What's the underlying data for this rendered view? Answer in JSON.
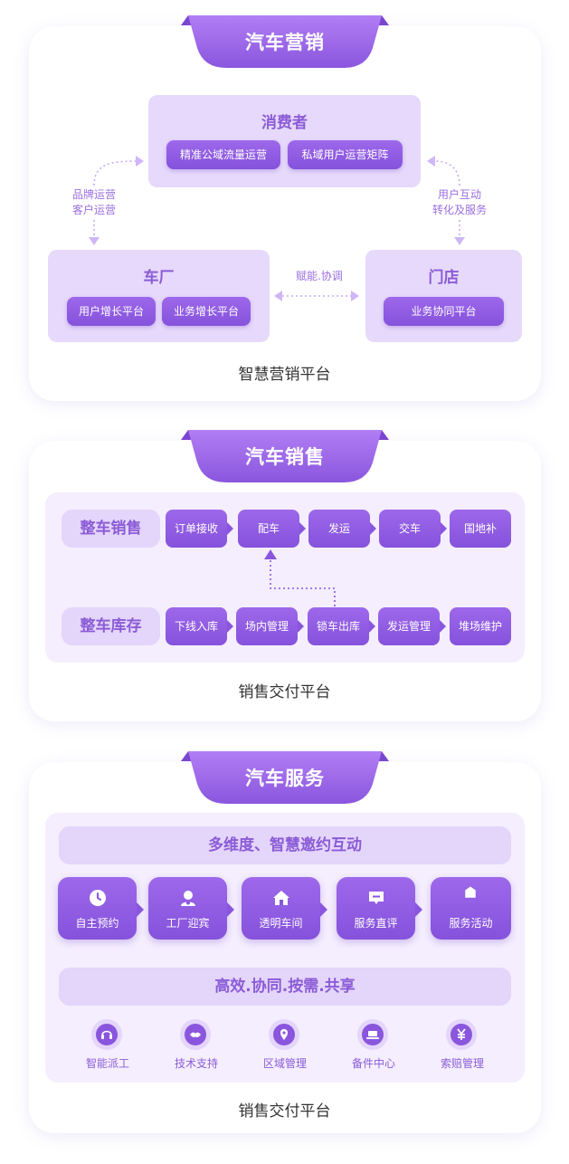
{
  "marketing": {
    "title": "汽车营销",
    "consumer": {
      "title": "消费者",
      "pills": [
        "精准公域流量运营",
        "私域用户运营矩阵"
      ]
    },
    "factory": {
      "title": "车厂",
      "pills": [
        "用户增长平台",
        "业务增长平台"
      ]
    },
    "store": {
      "title": "门店",
      "pills": [
        "业务协同平台"
      ]
    },
    "left_caption": [
      "品牌运营",
      "客户运营"
    ],
    "right_caption": [
      "用户互动",
      "转化及服务"
    ],
    "middle_caption": "赋能.协调",
    "platform": "智慧营销平台"
  },
  "sales": {
    "title": "汽车销售",
    "row1": {
      "label": "整车销售",
      "steps": [
        "订单接收",
        "配车",
        "发运",
        "交车",
        "国地补"
      ]
    },
    "row2": {
      "label": "整车库存",
      "steps": [
        "下线入库",
        "场内管理",
        "锁车出库",
        "发运管理",
        "堆场维护"
      ]
    },
    "platform": "销售交付平台"
  },
  "service": {
    "title": "汽车服务",
    "banner1": "多维度、智慧邀约互动",
    "items": [
      {
        "label": "自主预约",
        "icon": "clock-icon"
      },
      {
        "label": "工厂迎宾",
        "icon": "person-icon"
      },
      {
        "label": "透明车间",
        "icon": "home-icon"
      },
      {
        "label": "服务直评",
        "icon": "chat-icon"
      },
      {
        "label": "服务活动",
        "icon": "bag-icon"
      }
    ],
    "banner2": "高效.协同.按需.共享",
    "support": [
      {
        "label": "智能派工",
        "icon": "headset-icon"
      },
      {
        "label": "技术支持",
        "icon": "handshake-icon"
      },
      {
        "label": "区域管理",
        "icon": "location-icon"
      },
      {
        "label": "备件中心",
        "icon": "laptop-icon"
      },
      {
        "label": "索赔管理",
        "icon": "yuan-icon"
      }
    ],
    "platform": "销售交付平台"
  }
}
